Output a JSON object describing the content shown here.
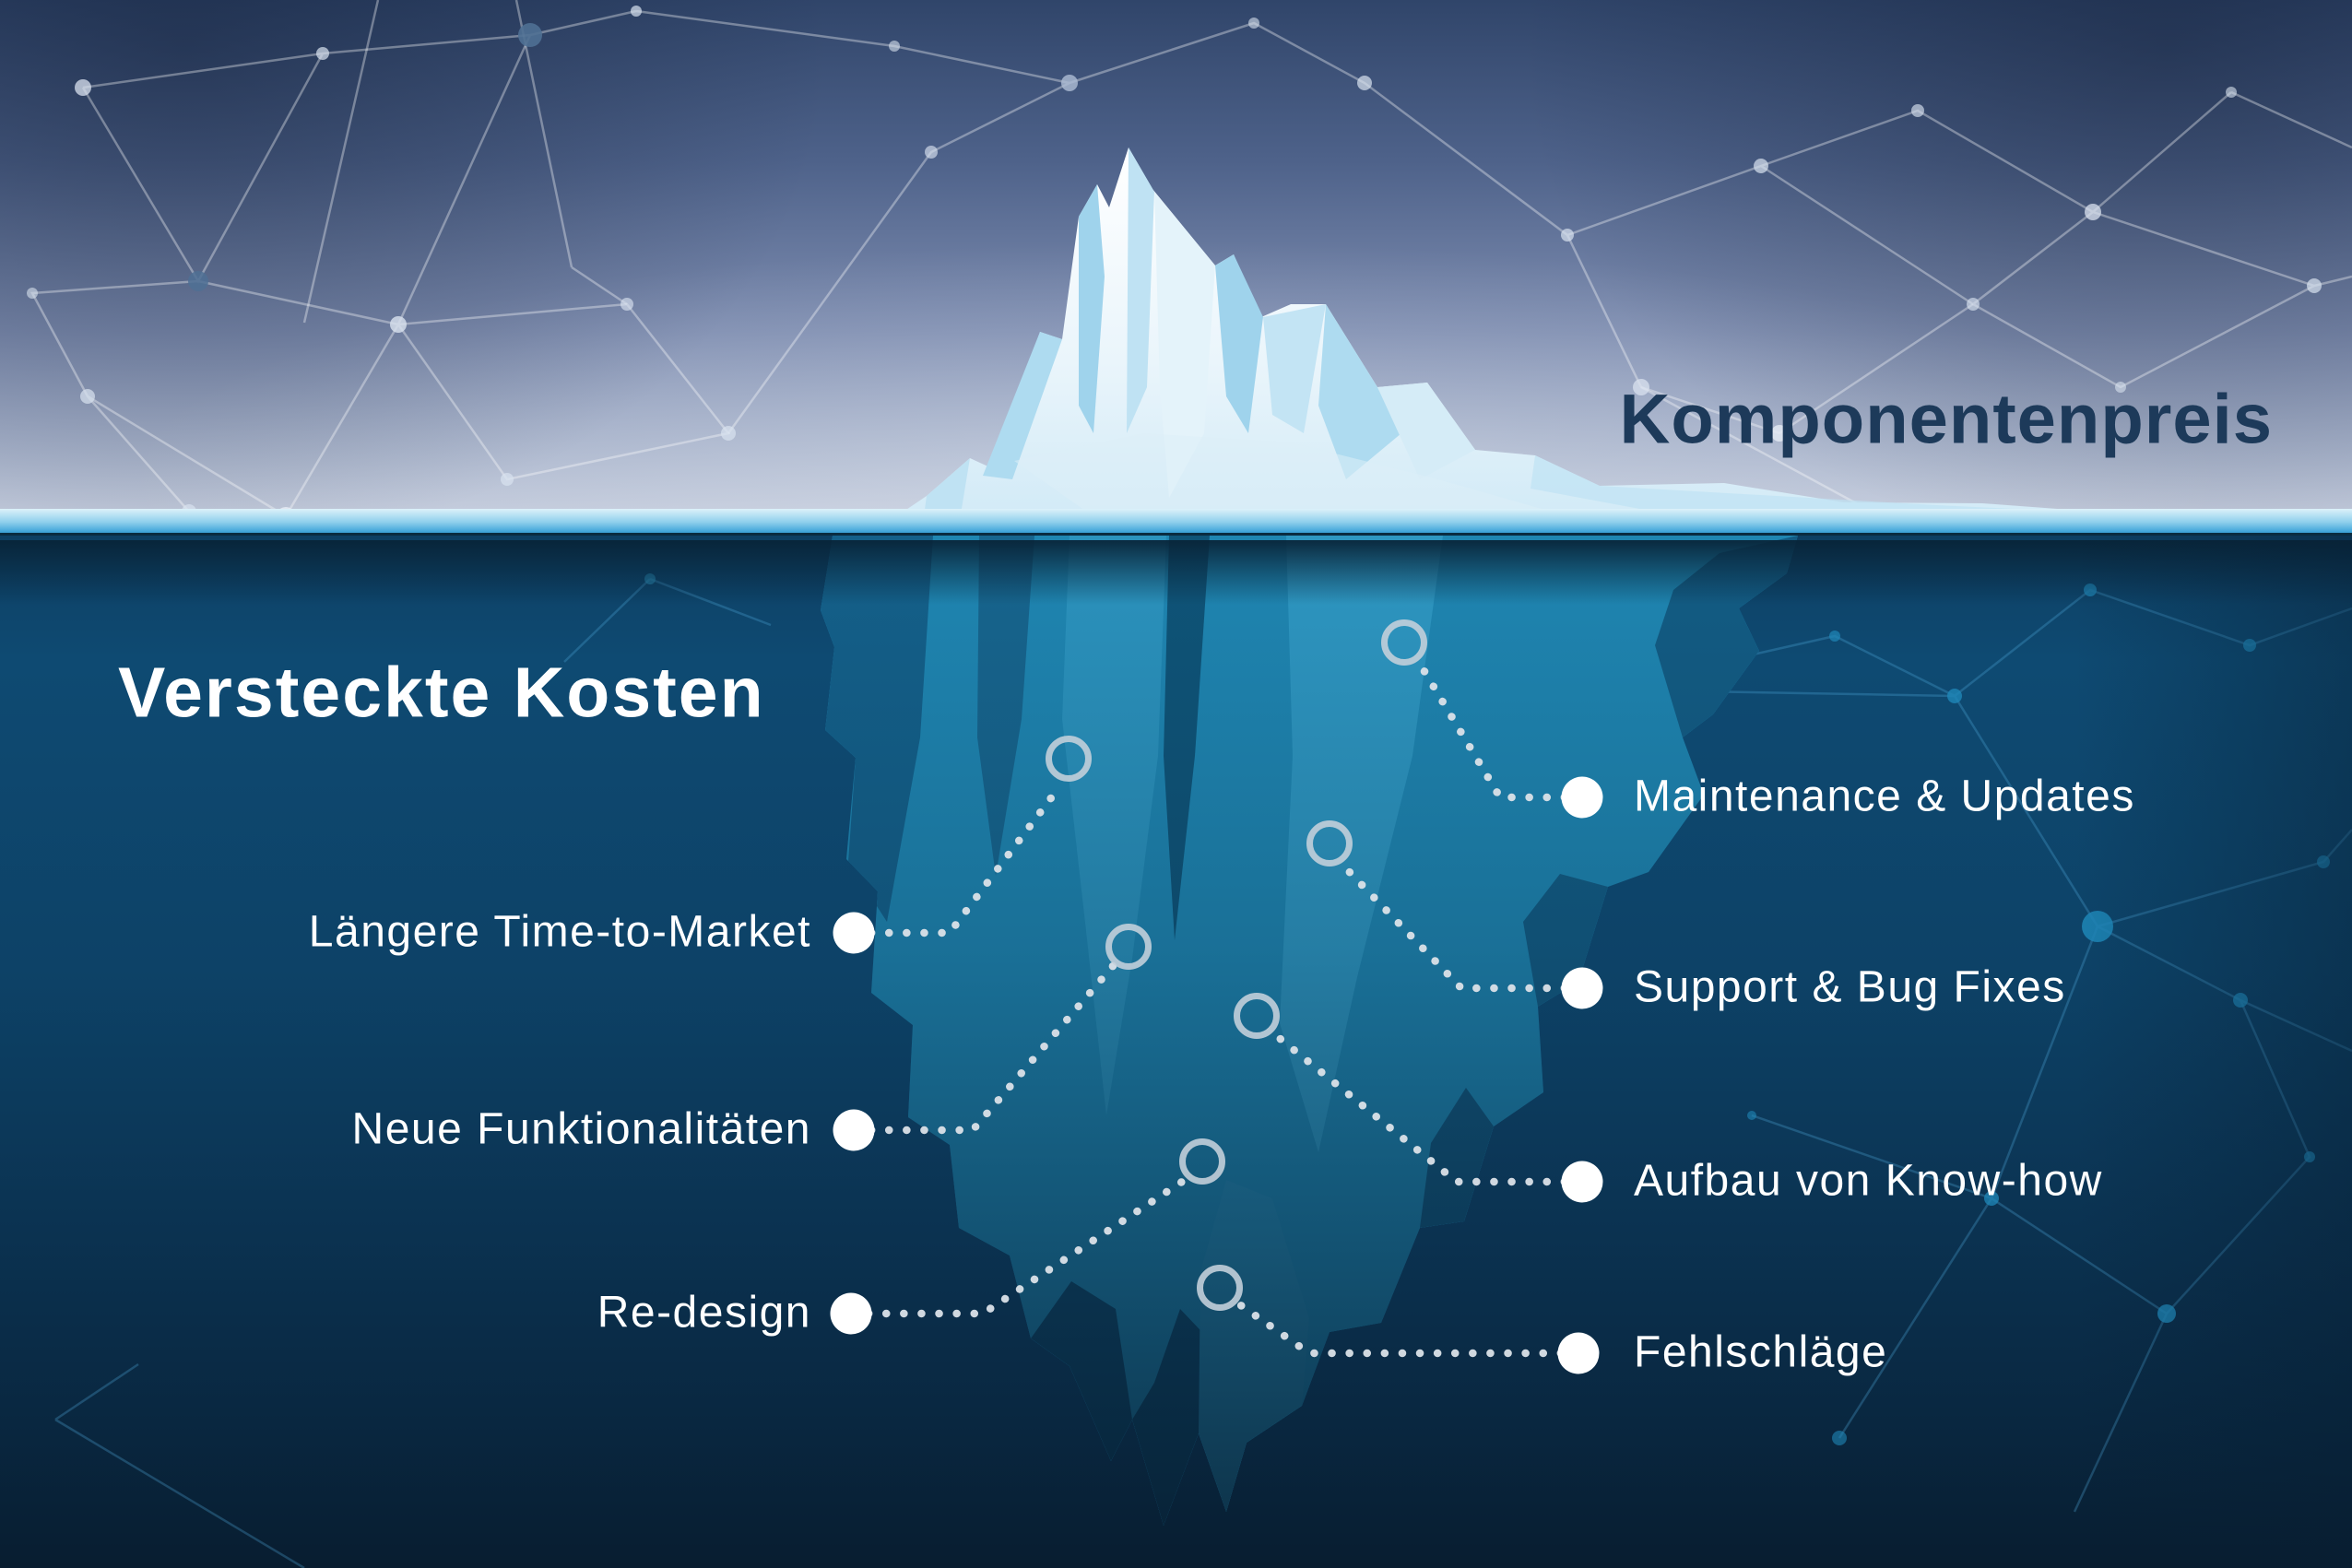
{
  "diagram": {
    "type": "iceberg-hidden-costs",
    "above_water_title": "Komponentenpreis",
    "below_water_title": "Versteckte Kosten",
    "hidden_costs_left": [
      "Längere Time-to-Market",
      "Neue Funktionalitäten",
      "Re-design"
    ],
    "hidden_costs_right": [
      "Maintenance & Updates",
      "Support & Bug Fixes",
      "Aufbau von Know-how",
      "Fehlschläge"
    ]
  },
  "colors": {
    "title_dark": "#1d3a5a",
    "label_text": "#ffffff",
    "sky_top": "#30456a",
    "sky_horizon": "#c9d0df",
    "waterline_cyan": "#41a6da",
    "waterline_shadow": "#0a2c41",
    "water_top": "#0e4a72",
    "water_bottom": "#081d30",
    "ice_above_white": "#ffffff",
    "ice_above_facet": "#a8d8ee",
    "ice_below": "#1f86b2",
    "ice_below_dark": "#135c84",
    "sky_network": "#d9e2ef",
    "water_network": "#1f87b8",
    "connector_dots": "#dbe1e8",
    "ring_marker": "#c2cfda",
    "label_dot": "#ffffff"
  }
}
